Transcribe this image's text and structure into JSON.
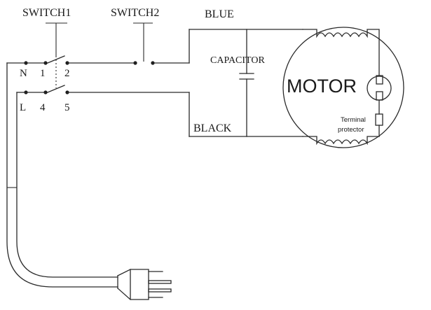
{
  "labels": {
    "switch1": "SWITCH1",
    "switch2": "SWITCH2",
    "blue": "BLUE",
    "black": "BLACK",
    "capacitor": "CAPACITOR",
    "motor": "MOTOR",
    "terminal_protector_line1": "Terminal",
    "terminal_protector_line2": "protector"
  },
  "terminals": {
    "n": "N",
    "t1": "1",
    "t2": "2",
    "l": "L",
    "t4": "4",
    "t5": "5"
  }
}
